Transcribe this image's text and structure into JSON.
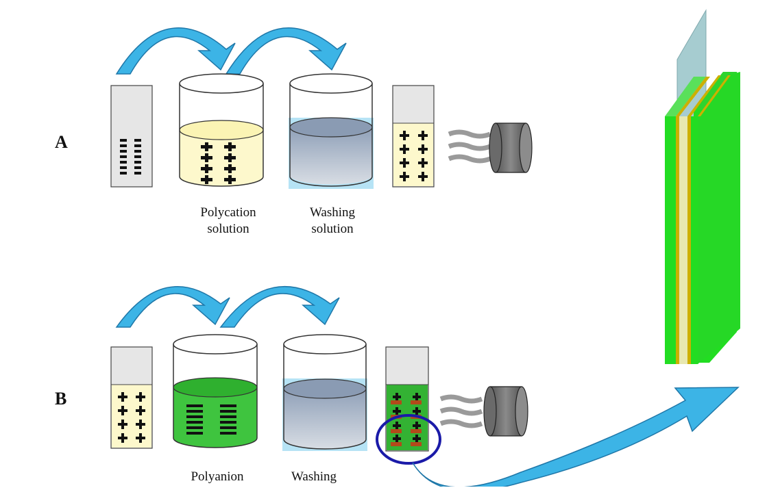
{
  "row_a": {
    "label": "A",
    "beaker1_line1": "Polycation",
    "beaker1_line2": "solution",
    "beaker2_line1": "Washing",
    "beaker2_line2": "solution"
  },
  "row_b": {
    "label": "B",
    "beaker1_line1": "Polyanion",
    "beaker2_line1": "Washing"
  },
  "colors": {
    "arrow": "#3cb4e6",
    "arrow_edge": "#1f77a8",
    "polycation_fill": "#fdf8cc",
    "polyanion_fill": "#3fc43f",
    "washing_fill": "#b4c0cf",
    "slide_gray": "#e4e4e4",
    "film_green": "#22dd22",
    "film_yellow": "#ccb000",
    "glass_blue": "#a6ccd0",
    "highlight_circle": "#1a1aa8",
    "dryer": "#707070"
  }
}
